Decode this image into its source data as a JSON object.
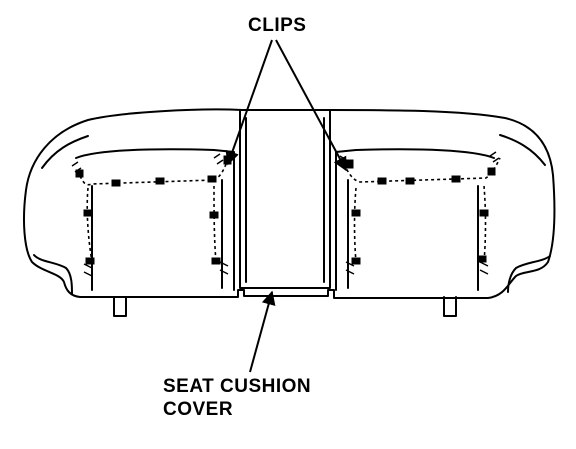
{
  "labels": {
    "clips": "CLIPS",
    "cover_line1": "SEAT CUSHION",
    "cover_line2": "COVER"
  },
  "colors": {
    "ink": "#000000",
    "background": "#ffffff"
  },
  "icons": {
    "clip_marker": "clip-icon",
    "leader_arrow": "arrow-icon"
  }
}
